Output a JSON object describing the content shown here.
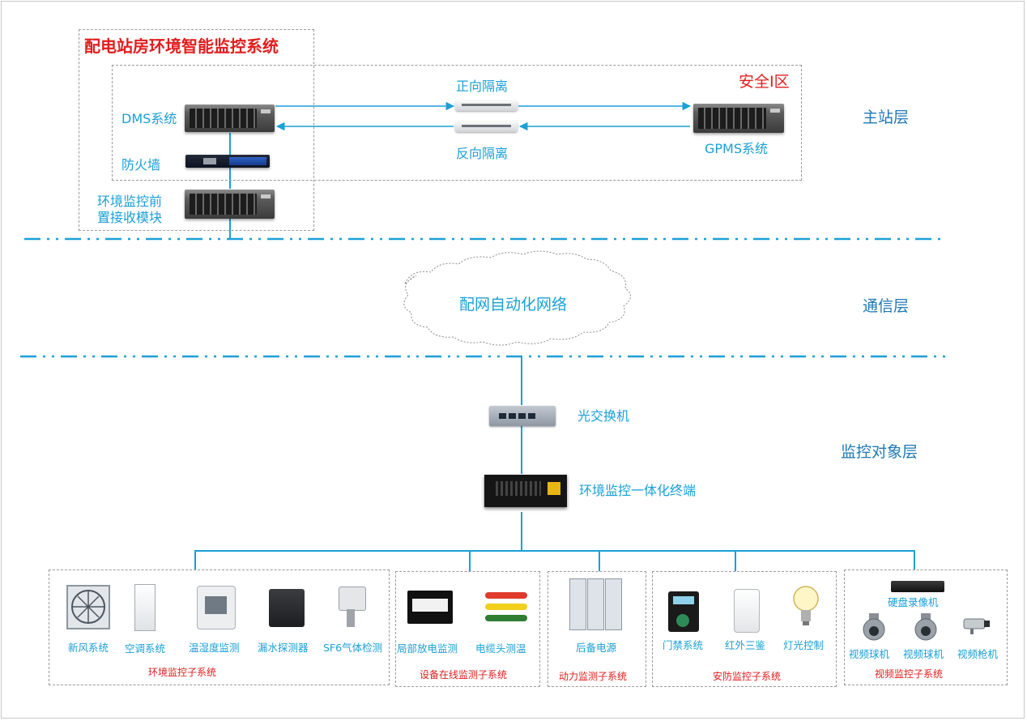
{
  "master_station": {
    "system_title": "配电站房环境智能监控系统",
    "security_zone": "安全I区",
    "dms": "DMS系统",
    "firewall": "防火墙",
    "env_frontend": "环境监控前\n置接收模块",
    "forward_isolation": "正向隔离",
    "reverse_isolation": "反向隔离",
    "gpms": "GPMS系统"
  },
  "layers": {
    "master": "主站层",
    "communication": "通信层",
    "monitored": "监控对象层"
  },
  "network": {
    "cloud": "配网自动化网络"
  },
  "field": {
    "optical_switch": "光交换机",
    "terminal": "环境监控一体化终端"
  },
  "subsystems": [
    {
      "name": "环境监控子系统",
      "devices": [
        "新风系统",
        "空调系统",
        "温湿度监测",
        "漏水探测器",
        "SF6气体检测"
      ]
    },
    {
      "name": "设备在线监测子系统",
      "devices": [
        "局部放电监测",
        "电缆头测温"
      ]
    },
    {
      "name": "动力监测子系统",
      "devices": [
        "后备电源"
      ]
    },
    {
      "name": "安防监控子系统",
      "devices": [
        "门禁系统",
        "红外三鉴",
        "灯光控制"
      ]
    },
    {
      "name": "视频监控子系统",
      "devices": [
        "硬盘录像机",
        "视频球机",
        "视频球机",
        "视频枪机"
      ]
    }
  ],
  "colors": {
    "line": "#1aa0d6",
    "text_blue": "#1aa0d6",
    "text_red": "#e21d1d",
    "layer_text": "#1f78b4",
    "dash_box": "#9a9a9a"
  }
}
